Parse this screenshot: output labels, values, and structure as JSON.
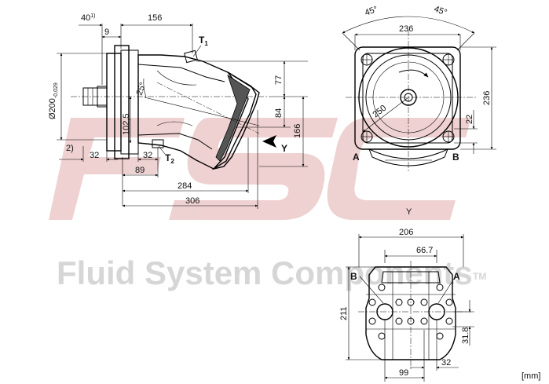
{
  "watermark": {
    "logo_text": "FSC",
    "company": "Fluid System Components",
    "trademark": "TM",
    "color_logo": "#e9c9c9",
    "color_text": "#d4d4d4"
  },
  "units": "[mm]",
  "side_view": {
    "dims": {
      "d40": "40",
      "d40_sup": "1)",
      "d156": "156",
      "d9": "9",
      "dia200": "Ø200",
      "dia200_tol": "-0,029",
      "note2": "2)",
      "d32a": "32",
      "d32b": "32",
      "d89": "89",
      "d284": "284",
      "d306": "306",
      "d102_5": "102,5",
      "d77": "77",
      "d84": "84",
      "d166": "166",
      "angle25": "25°"
    },
    "ports": {
      "t1": "T",
      "t1_sub": "1",
      "t2": "T",
      "t2_sub": "2"
    },
    "view_arrow": "Y"
  },
  "front_view": {
    "dims": {
      "a45_left": "45°",
      "a45_right": "45°",
      "w236": "236",
      "h236": "236",
      "d250": "250",
      "d22": "22"
    },
    "port_a": "A",
    "port_b": "B"
  },
  "y_view": {
    "title": "Y",
    "dims": {
      "w206": "206",
      "w66_7": "66.7",
      "h211": "211",
      "h31_8": "31.8",
      "w99": "99",
      "w32": "32"
    },
    "port_a": "A",
    "port_b": "B"
  }
}
